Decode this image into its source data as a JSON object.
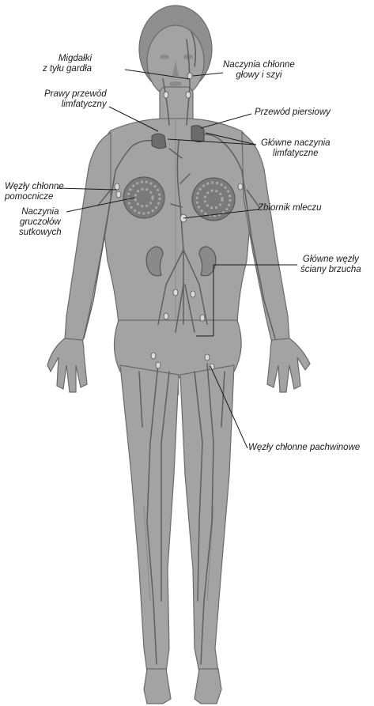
{
  "labels": {
    "migdalki": [
      "Migdałki",
      "z tyłu gardła"
    ],
    "naczynia_glowy": [
      "Naczynia chłonne",
      "głowy i szyi"
    ],
    "prawy_przewod": [
      "Prawy przewód",
      "limfatyczny"
    ],
    "przewod_piersiowy": [
      "Przewód piersiowy"
    ],
    "glowne_naczynia": [
      "Główne naczynia",
      "limfatyczne"
    ],
    "wezly_pomocnicze": [
      "Węzły chłonne",
      "pomocnicze"
    ],
    "zbiornik": [
      "Zbiornik mleczu"
    ],
    "naczynia_gruczolow": [
      "Naczynia",
      "gruczołów",
      "sutkowych"
    ],
    "wezly_brzucha": [
      "Główne węzły",
      "ściany brzucha"
    ],
    "wezly_pachwinowe": [
      "Węzły chłonne pachwinowe"
    ]
  },
  "colors": {
    "skin": "#a3a3a3",
    "skin_dark": "#7c7c7c",
    "vessel": "#5e5e5e",
    "gland": "#6f6f6f",
    "leader_line": "#1a1a1a"
  }
}
